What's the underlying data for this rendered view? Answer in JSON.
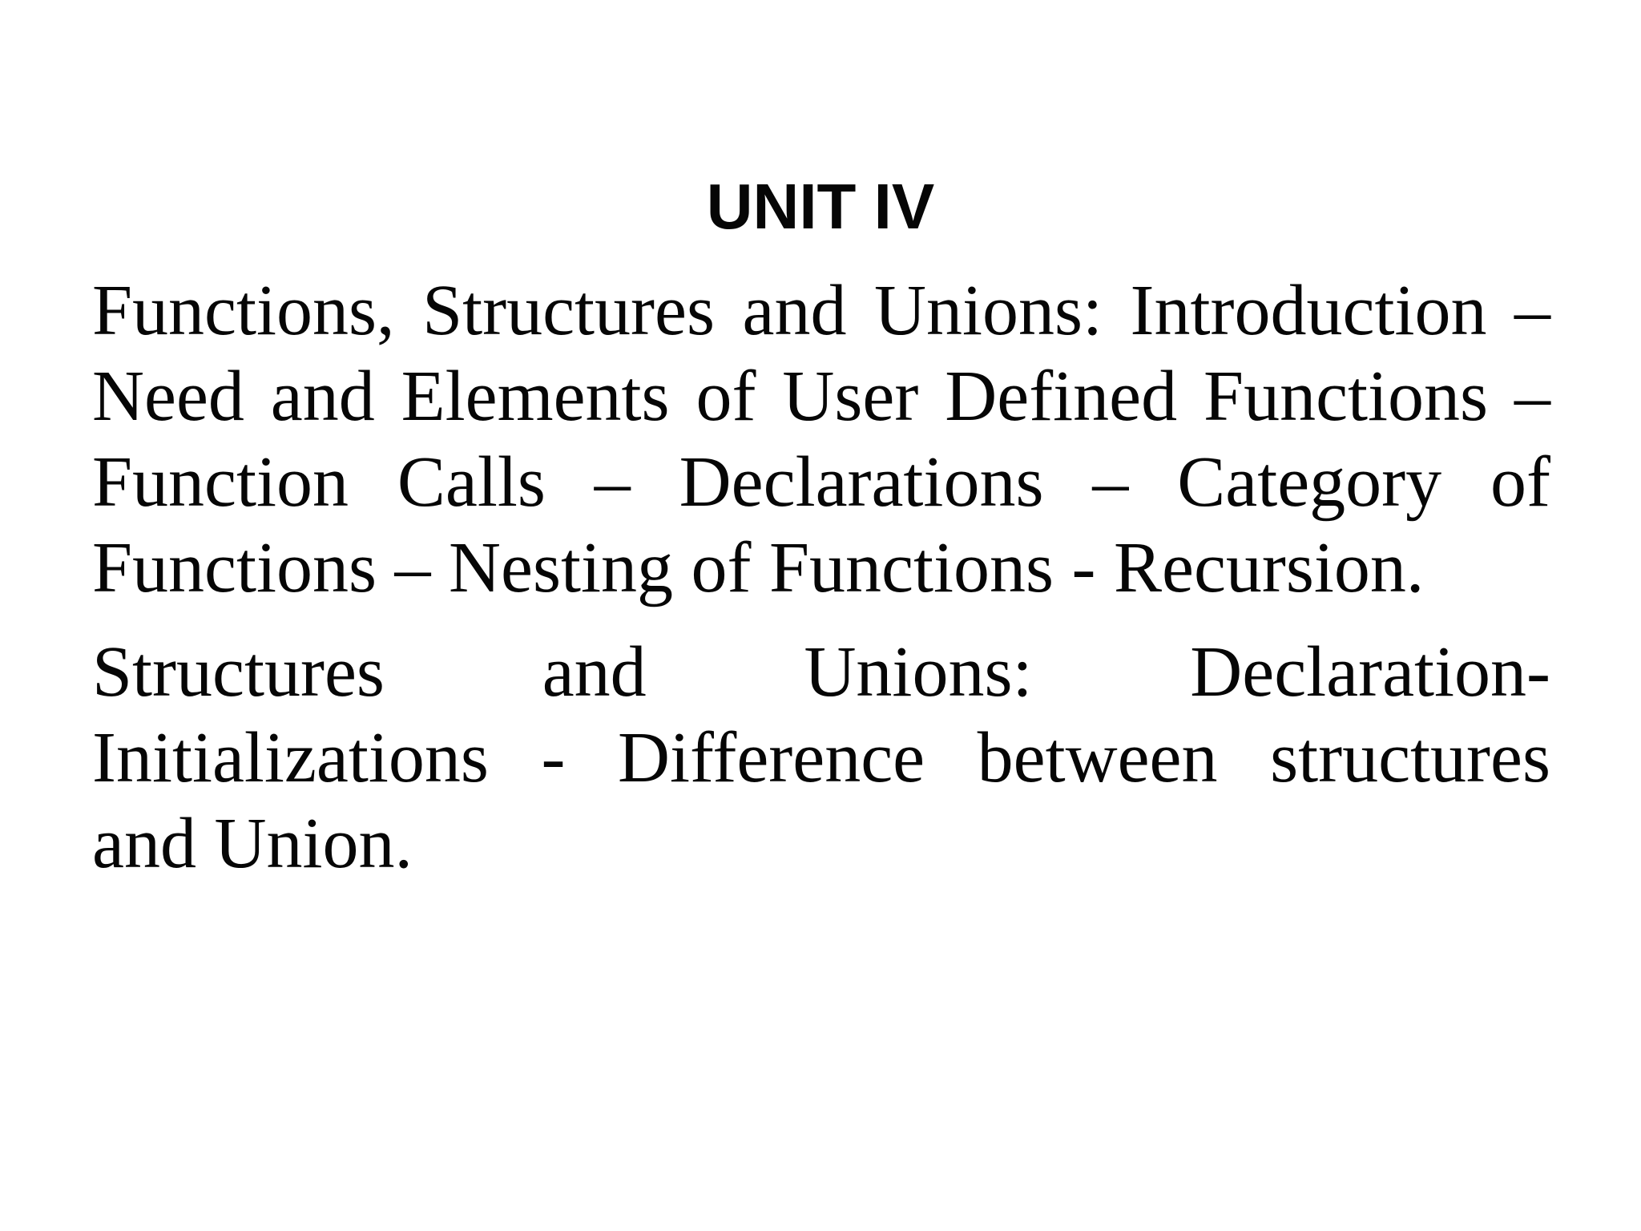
{
  "slide": {
    "title": "UNIT IV",
    "background_color": "#ffffff",
    "text_color": "#060606",
    "paragraphs": [
      {
        "lines": [
          "Functions, Structures and Unions: Introduction –",
          "Need and Elements of User Defined Functions –",
          "Function Calls – Declarations – Category of",
          "Functions – Nesting of Functions - Recursion."
        ]
      },
      {
        "lines": [
          "Structures and Unions: Declaration-",
          "Initializations - Difference between structures",
          "and Union."
        ]
      }
    ]
  }
}
